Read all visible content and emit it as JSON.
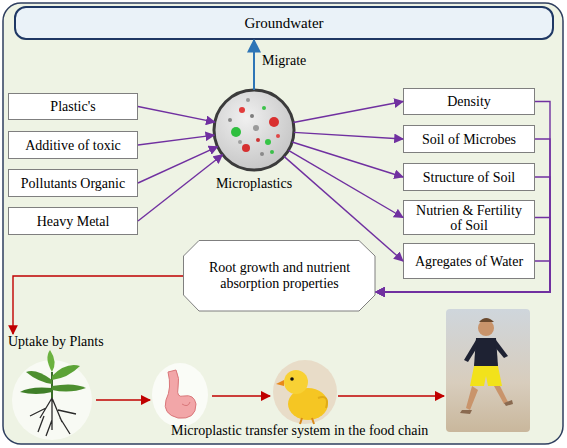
{
  "diagram": {
    "nodes": [
      {
        "text": [
          "Groundwater"
        ]
      },
      {
        "text": [
          "Plastic's"
        ]
      },
      {
        "text": [
          "Additive of toxic"
        ]
      },
      {
        "text": [
          "Pollutants Organic"
        ]
      },
      {
        "text": [
          "Heavy Metal"
        ]
      },
      {
        "text": [
          "Microplastics"
        ]
      },
      {
        "text": [
          "Density"
        ]
      },
      {
        "text": [
          "Soil of Microbes"
        ]
      },
      {
        "text": [
          "Structure of Soil"
        ]
      },
      {
        "text": [
          "Nutrien & Fertility of Soil"
        ]
      },
      {
        "text": [
          "Agregates of Water"
        ]
      },
      {
        "text": [
          "Root growth and nutrient absorption properties"
        ]
      },
      {
        "text": [
          "Uptake by Plants"
        ]
      }
    ],
    "edges": [
      {
        "from": 1,
        "to": 5,
        "arrow": "to"
      },
      {
        "from": 2,
        "to": 5,
        "arrow": "to"
      },
      {
        "from": 3,
        "to": 5,
        "arrow": "to"
      },
      {
        "from": 4,
        "to": 5,
        "arrow": "to"
      },
      {
        "from": 5,
        "to": 0,
        "label": "Migrate",
        "arrow": "to"
      },
      {
        "from": 5,
        "to": 6,
        "arrow": "to"
      },
      {
        "from": 5,
        "to": 7,
        "arrow": "to"
      },
      {
        "from": 5,
        "to": 8,
        "arrow": "to"
      },
      {
        "from": 5,
        "to": 9,
        "arrow": "to"
      },
      {
        "from": 5,
        "to": 10,
        "arrow": "to"
      },
      {
        "from": 6,
        "to": 11,
        "arrow": "to"
      },
      {
        "from": 7,
        "to": 11,
        "arrow": "to"
      },
      {
        "from": 8,
        "to": 11,
        "arrow": "to"
      },
      {
        "from": 9,
        "to": 11,
        "arrow": "to"
      },
      {
        "from": 10,
        "to": 11,
        "arrow": "to"
      },
      {
        "from": 11,
        "to": 12,
        "arrow": "to"
      }
    ],
    "labels": [
      "Microplastic transfer system in the food chain"
    ]
  }
}
